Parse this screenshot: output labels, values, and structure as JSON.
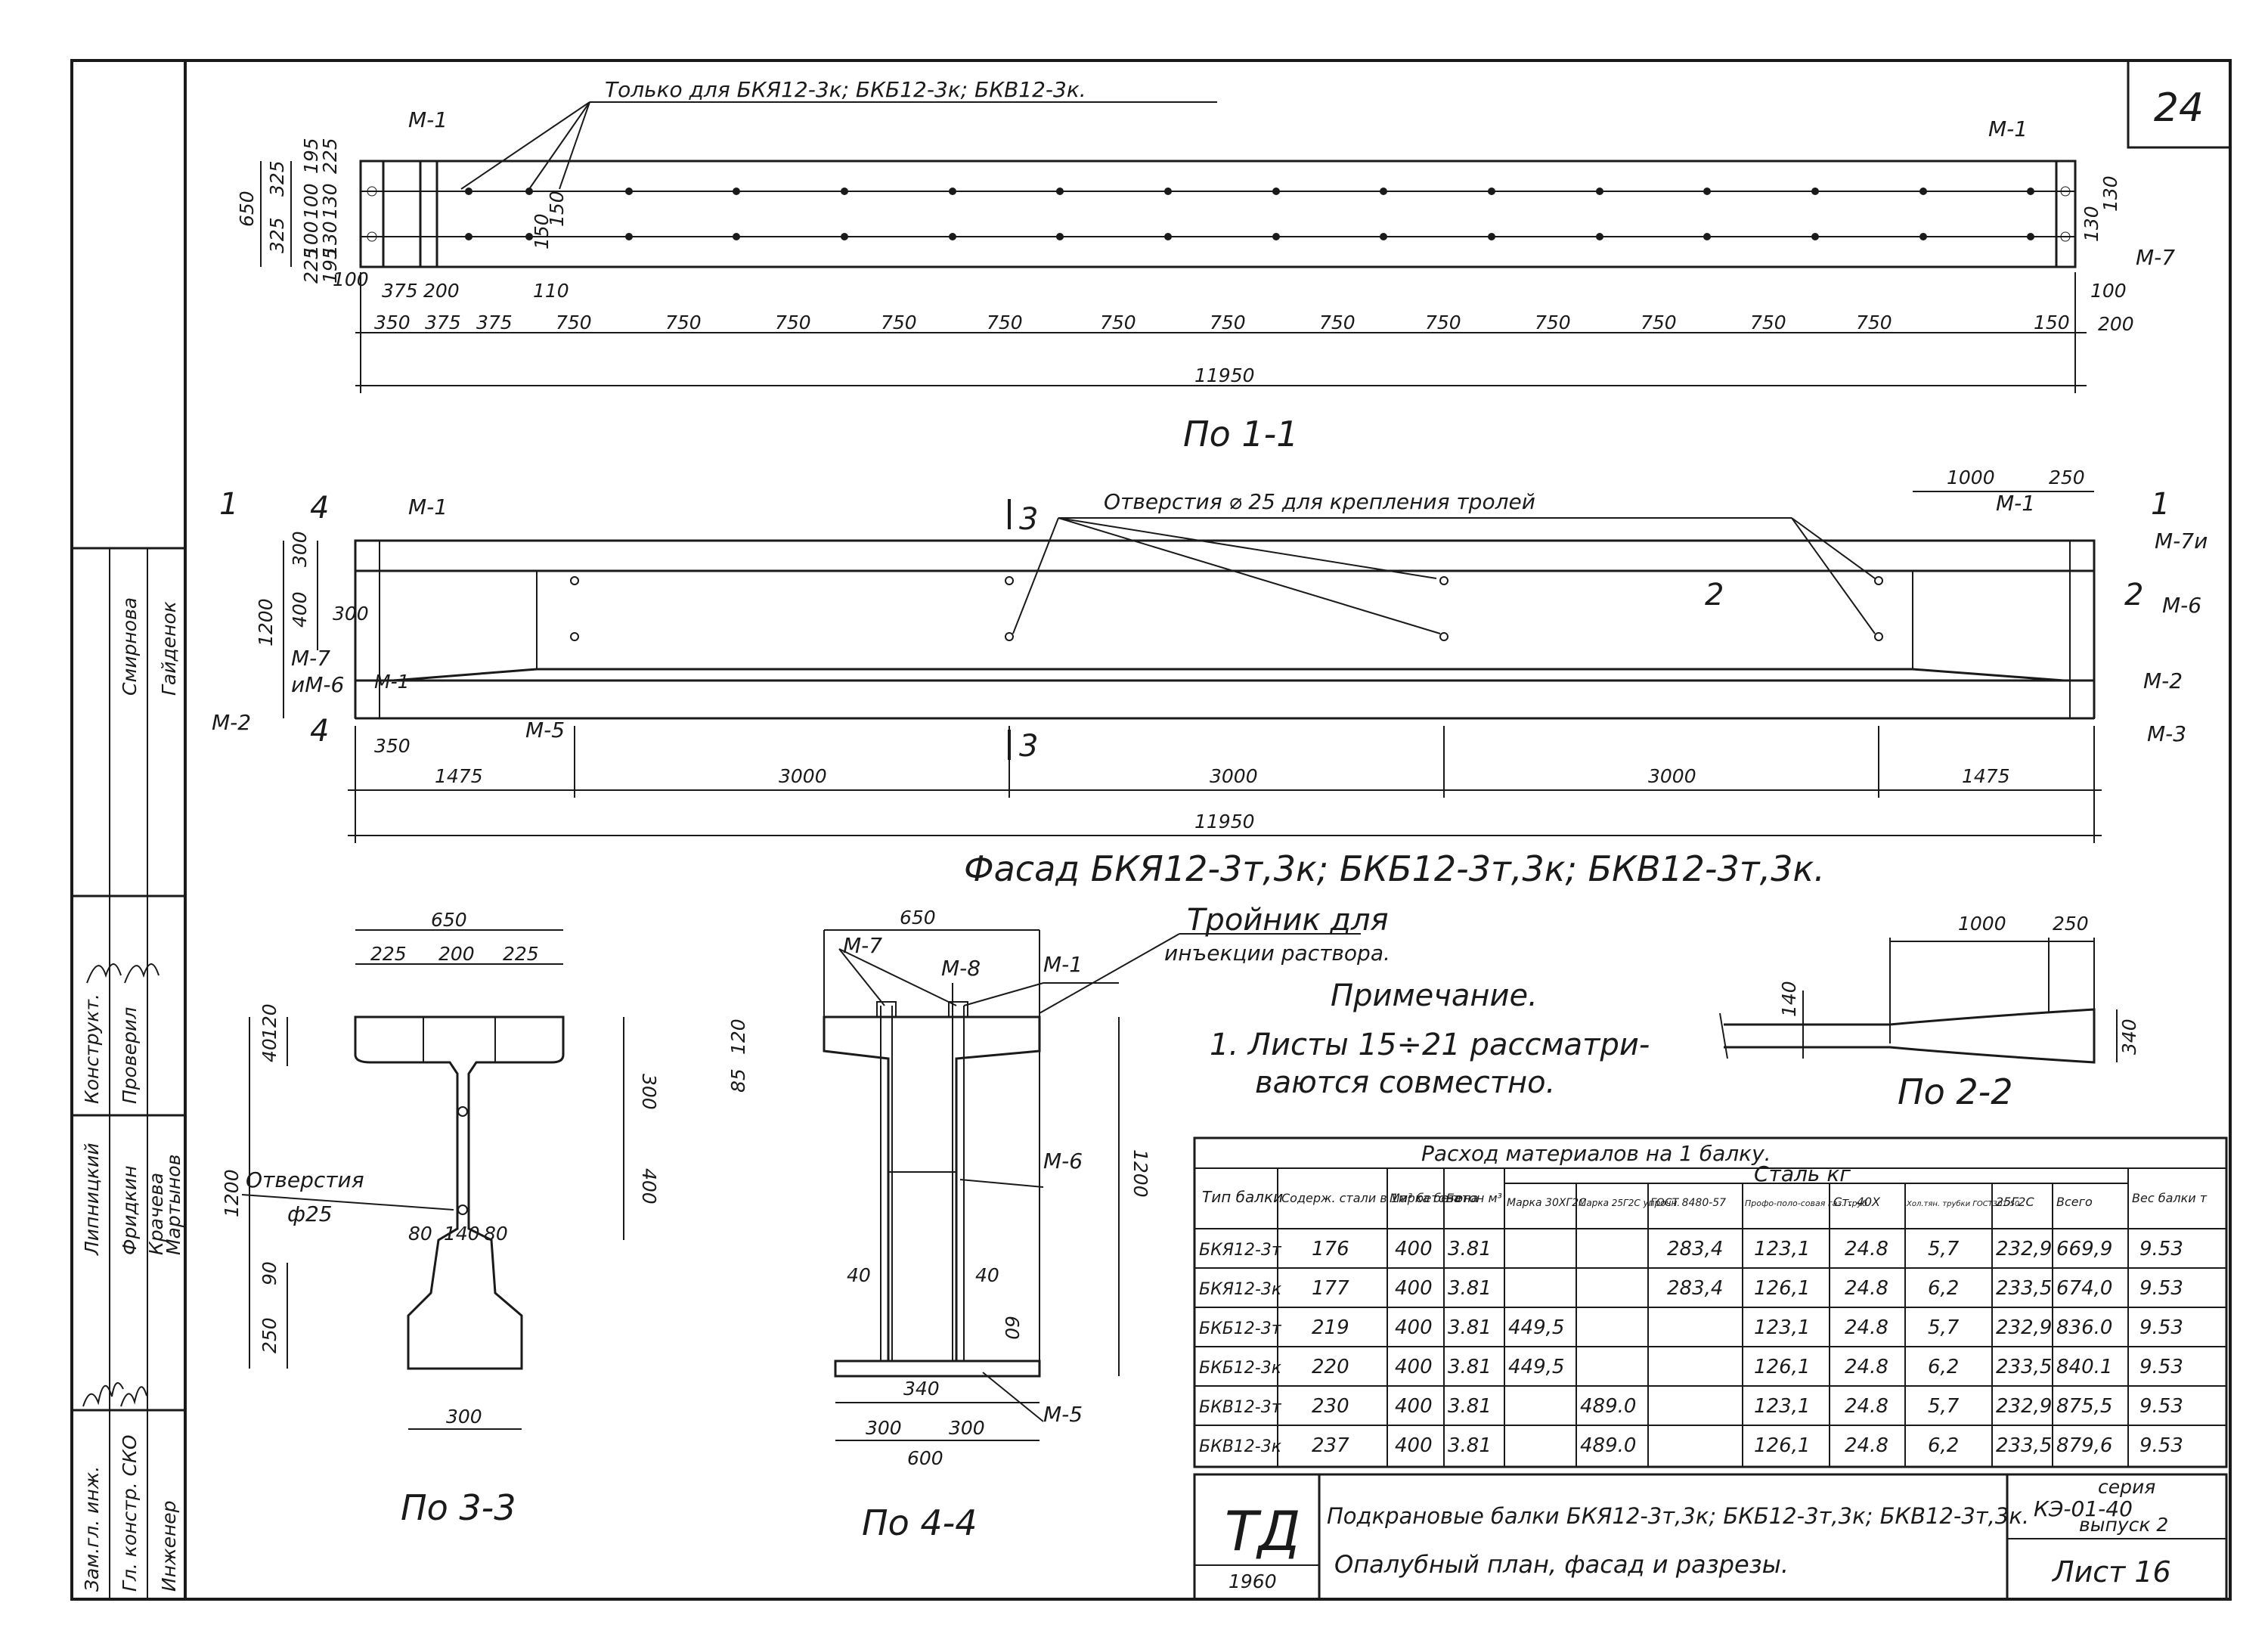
{
  "sheet_number": "24",
  "plan": {
    "title": "По 1-1",
    "only_for": "Только для БКЯ12-3к; БКБ12-3к; БКВ12-3к.",
    "marks": [
      "М-1",
      "М-1",
      "М-7"
    ],
    "left_dims": [
      "650",
      "325",
      "325",
      "195",
      "225",
      "100",
      "130",
      "100",
      "130",
      "225",
      "195"
    ],
    "left_small": [
      "100",
      "375",
      "200",
      "110",
      "150",
      "150"
    ],
    "right_small": [
      "130",
      "130",
      "100",
      "200"
    ],
    "spacing": [
      "350",
      "375",
      "375",
      "750",
      "750",
      "750",
      "750",
      "750",
      "750",
      "750",
      "750",
      "750",
      "750",
      "750",
      "750",
      "750",
      "150"
    ],
    "total": "11950"
  },
  "facade": {
    "title": "Фасад БКЯ12-3т,3к; БКБ12-3т,3к; БКВ12-3т,3к.",
    "holes_note": "Отверстия ⌀ 25 для крепления тролей",
    "marks_left": [
      "М-1",
      "М-7",
      "иМ-6",
      "М-2",
      "М-5",
      "М-1"
    ],
    "marks_right": [
      "М-1",
      "М-7и",
      "М-6",
      "М-2",
      "М-3"
    ],
    "section_marks": [
      "1",
      "4",
      "3",
      "3",
      "2",
      "4",
      "1",
      "2"
    ],
    "heights": [
      "1200",
      "400",
      "300",
      "300"
    ],
    "top_dims": [
      "1000",
      "250"
    ],
    "bottom_small": "350",
    "spans": [
      "1475",
      "3000",
      "3000",
      "3000",
      "1475"
    ],
    "total": "11950"
  },
  "section33": {
    "title": "По 3-3",
    "top": [
      "650",
      "225",
      "200",
      "225"
    ],
    "left": [
      "40",
      "120",
      "1200",
      "90",
      "250"
    ],
    "right": [
      "300",
      "400"
    ],
    "bottom": [
      "80",
      "140",
      "80",
      "300"
    ],
    "hole_label": "Отверстия",
    "hole_dia": "ф25"
  },
  "section44": {
    "title": "По 4-4",
    "top": "650",
    "marks": [
      "М-7",
      "М-8",
      "М-1",
      "М-6",
      "М-5"
    ],
    "tee_note_1": "Тройник для",
    "tee_note_2": "инъекции раствора.",
    "left": [
      "85",
      "120",
      "40"
    ],
    "right": [
      "1200",
      "40",
      "60"
    ],
    "bottom": [
      "340",
      "300",
      "300",
      "600"
    ]
  },
  "section22": {
    "title": "По 2-2",
    "dims": [
      "1000",
      "250",
      "140",
      "340"
    ]
  },
  "note": {
    "title": "Примечание.",
    "line1": "1. Листы 15÷21 рассматри-",
    "line2": "ваются совместно."
  },
  "materials": {
    "title": "Расход материалов на 1 балку.",
    "steel_header": "Сталь кг",
    "headers": [
      "Тип балки",
      "Содерж. стали в 1м³ бетона",
      "Марка бетона",
      "Бетон м³",
      "Марка 30ХГ2С",
      "Марка 25Г2С упрочн.",
      "ГОСТ 8480-57",
      "Профо-поло-совая газ. труб.",
      "Ст. 40Х",
      "Хол.тян. трубки ГОСТ301-50",
      "25Г2С",
      "Всего",
      "Вес балки т"
    ],
    "rows": [
      [
        "БКЯ12-3т",
        "176",
        "400",
        "3.81",
        "",
        "",
        "283,4",
        "123,1",
        "24.8",
        "5,7",
        "232,9",
        "669,9",
        "9.53"
      ],
      [
        "БКЯ12-3к",
        "177",
        "400",
        "3.81",
        "",
        "",
        "283,4",
        "126,1",
        "24.8",
        "6,2",
        "233,5",
        "674,0",
        "9.53"
      ],
      [
        "БКБ12-3т",
        "219",
        "400",
        "3.81",
        "449,5",
        "",
        "",
        "123,1",
        "24.8",
        "5,7",
        "232,9",
        "836.0",
        "9.53"
      ],
      [
        "БКБ12-3к",
        "220",
        "400",
        "3.81",
        "449,5",
        "",
        "",
        "126,1",
        "24.8",
        "6,2",
        "233,5",
        "840.1",
        "9.53"
      ],
      [
        "БКВ12-3т",
        "230",
        "400",
        "3.81",
        "",
        "489.0",
        "",
        "123,1",
        "24.8",
        "5,7",
        "232,9",
        "875,5",
        "9.53"
      ],
      [
        "БКВ12-3к",
        "237",
        "400",
        "3.81",
        "",
        "489.0",
        "",
        "126,1",
        "24.8",
        "6,2",
        "233,5",
        "879,6",
        "9.53"
      ]
    ]
  },
  "titleblock": {
    "logo": "ТД",
    "year": "1960",
    "line1": "Подкрановые балки БКЯ12-3т,3к; БКБ12-3т,3к; БКВ12-3т,3к.",
    "line2": "Опалубный план, фасад и разрезы.",
    "series_label": "серия",
    "series": "КЭ-01-40",
    "issue": "выпуск 2",
    "sheet": "Лист 16"
  },
  "stamp": {
    "roles": [
      "Зам.гл. инж.",
      "Гл. констр. СКО",
      "Инженер",
      "Липницкий",
      "Фридкин",
      "Крачева",
      "Мартынов",
      "Конструкт.",
      "Проверил",
      "Смирнова",
      "Гайденок"
    ]
  }
}
